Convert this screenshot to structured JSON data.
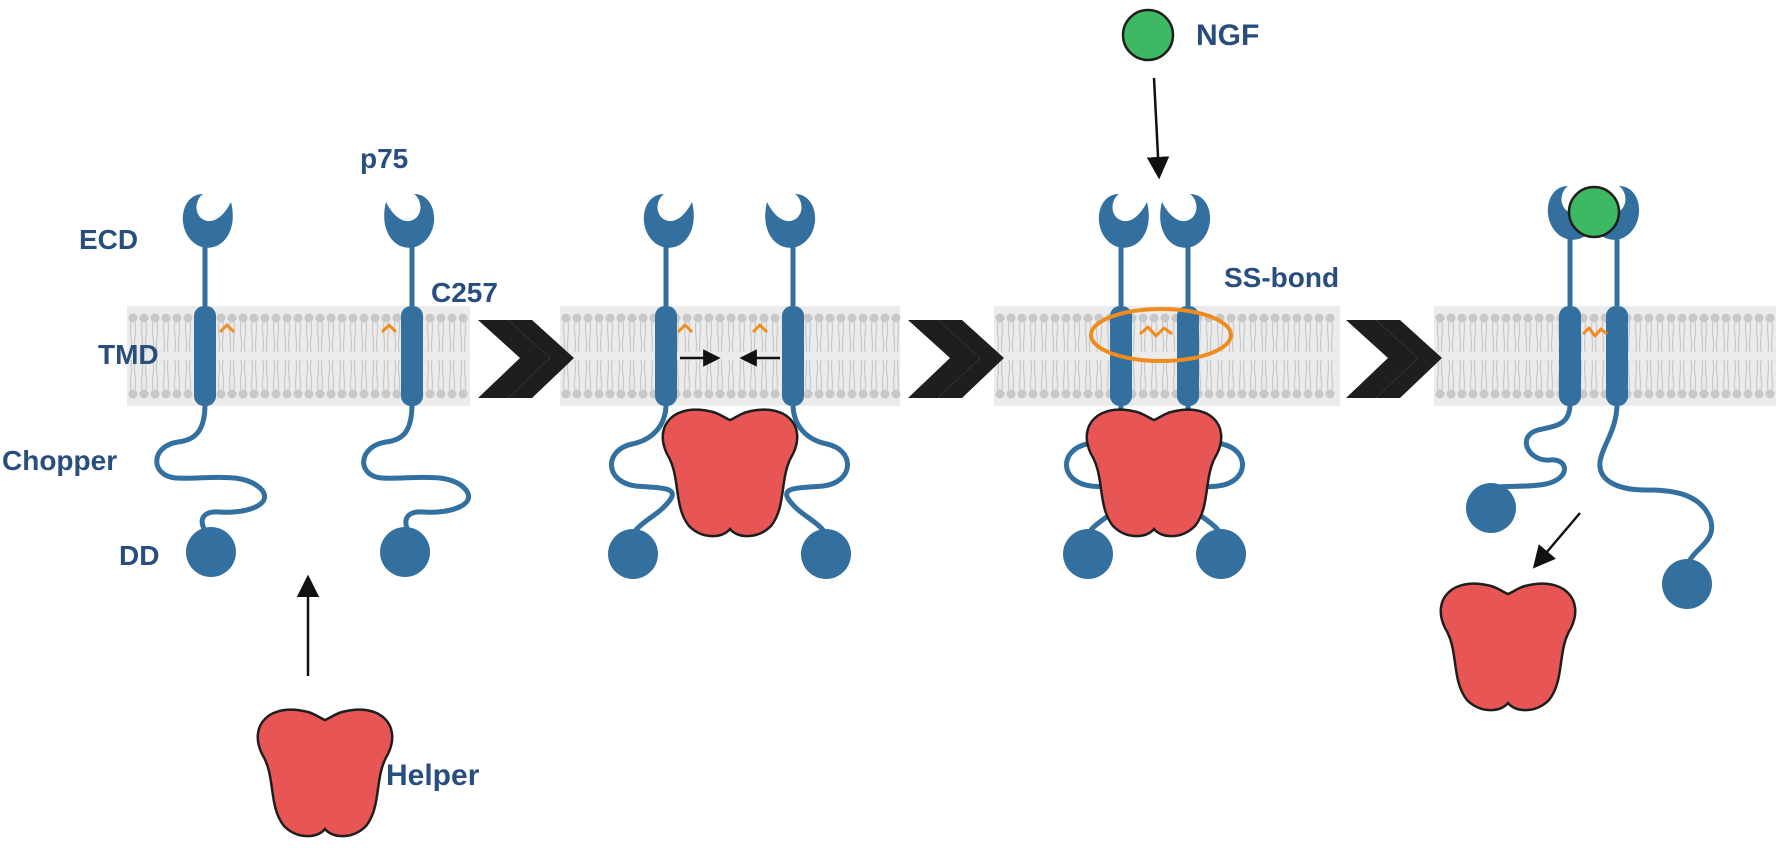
{
  "labels": {
    "ecd": "ECD",
    "tmd": "TMD",
    "chopper": "Chopper",
    "dd": "DD",
    "p75": "p75",
    "c257": "C257",
    "helper": "Helper",
    "ngf": "NGF",
    "ss_bond": "SS-bond"
  },
  "colors": {
    "receptor": "#336F9F",
    "label_text": "#284D7F",
    "helper": "#E85555",
    "ngf": "#3DB863",
    "cysteine": "#F08C1E",
    "membrane_band": "#EBEBEB",
    "lipid": "#C8C8C8",
    "step_arrow": "#1E1E1E"
  }
}
